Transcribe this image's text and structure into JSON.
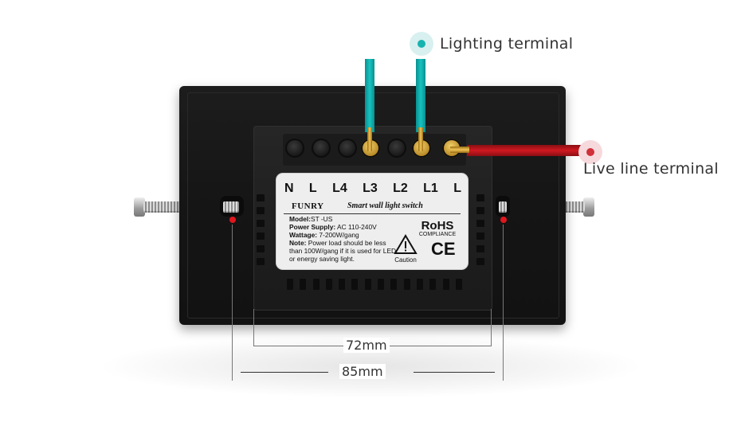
{
  "terminals": [
    "N",
    "L",
    "L4",
    "L3",
    "L2",
    "L1",
    "L"
  ],
  "label": {
    "brand": "FUNRY",
    "tagline": "Smart wall light switch",
    "model_key": "Model:",
    "model_value": "ST -US",
    "power_key": "Power Supply:",
    "power_value": "AC 110-240V",
    "wattage_key": "Wattage:",
    "wattage_value": "7-200W/gang",
    "note_key": "Note:",
    "note_value": "Power load should be less than 100W/gang if it is used for LED or energy saving light.",
    "rohs": "RoHS",
    "rohs_sub": "COMPLIANCE",
    "ce": "CE",
    "caution": "Caution"
  },
  "callouts": {
    "lighting": "Lighting terminal",
    "live": "Live line terminal"
  },
  "dimensions": {
    "inner": "72mm",
    "outer": "85mm"
  },
  "colors": {
    "lighting_wire": "#17c3c0",
    "live_wire": "#d01820",
    "callout_lighting": "#17b3b0",
    "callout_live": "#d0303a"
  }
}
